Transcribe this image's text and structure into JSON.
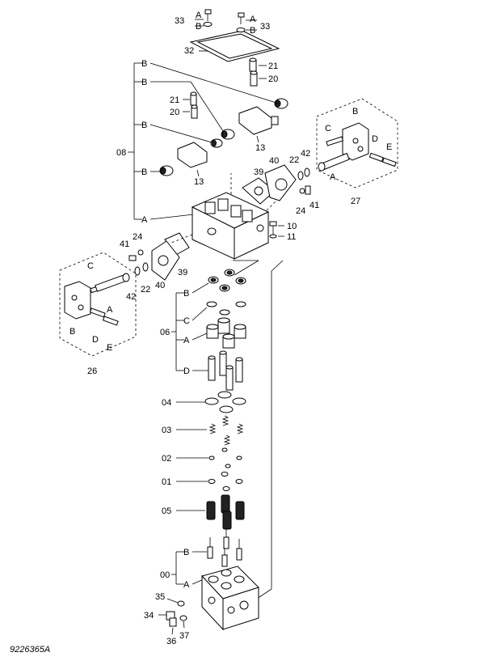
{
  "drawing_id": "9226365A",
  "callouts": {
    "c00": "00",
    "c01": "01",
    "c02": "02",
    "c03": "03",
    "c04": "04",
    "c05": "05",
    "c06": "06",
    "c08": "08",
    "c10": "10",
    "c11": "11",
    "c13a": "13",
    "c13b": "13",
    "c20a": "20",
    "c20b": "20",
    "c21a": "21",
    "c21b": "21",
    "c22a": "22",
    "c22b": "22",
    "c24a": "24",
    "c24b": "24",
    "c26": "26",
    "c27": "27",
    "c32": "32",
    "c33a": "33",
    "c33b": "33",
    "c34": "34",
    "c35": "35",
    "c36": "36",
    "c37": "37",
    "c39a": "39",
    "c39b": "39",
    "c40a": "40",
    "c40b": "40",
    "c41a": "41",
    "c41b": "41",
    "c42a": "42",
    "c42b": "42"
  },
  "letters": {
    "A": "A",
    "B": "B",
    "C": "C",
    "D": "D",
    "E": "E"
  }
}
